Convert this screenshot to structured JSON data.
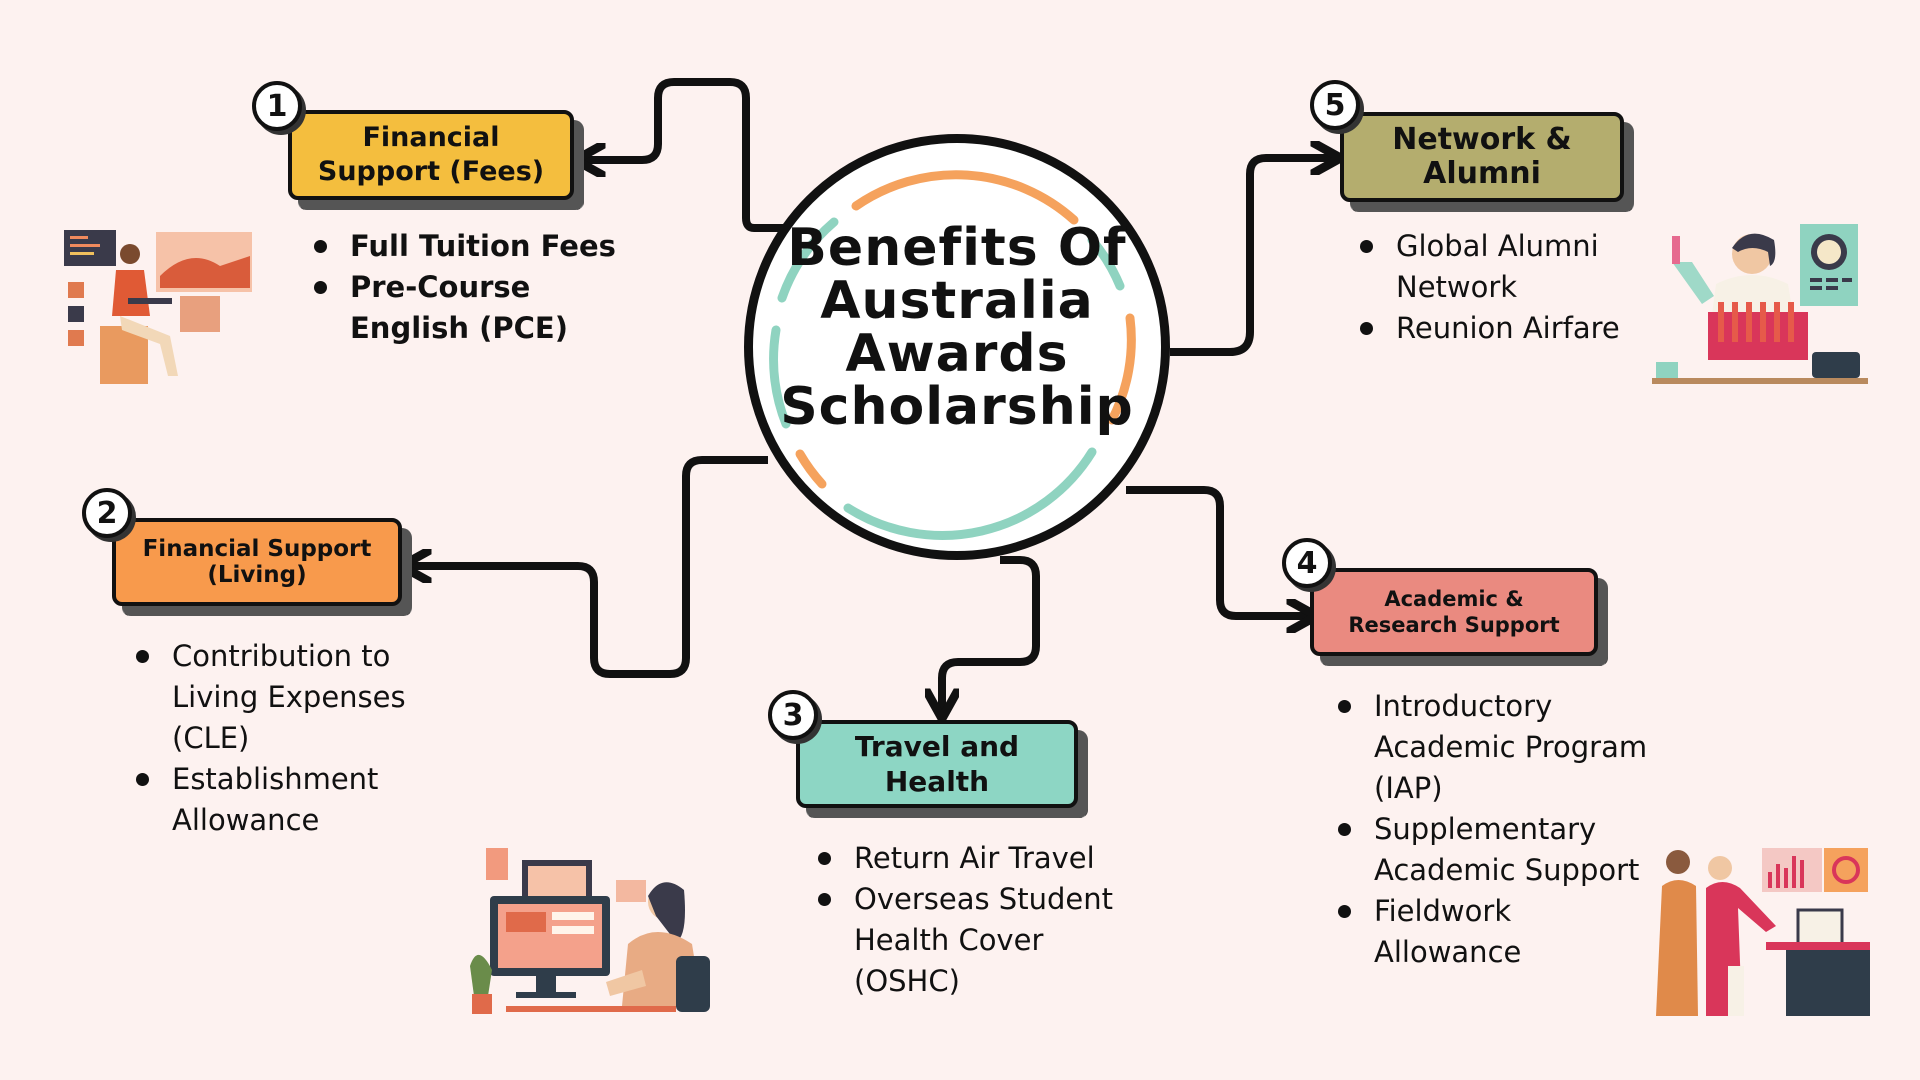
{
  "title": "Benefits Of\nAustralia\nAwards\nScholarship",
  "colors": {
    "background": "#fdf2f0",
    "fees": "#f4be3e",
    "living": "#f89a4c",
    "travel": "#8dd6c4",
    "academic": "#ea8a80",
    "network": "#b4ad6e",
    "ring_orange": "#f5a25d",
    "ring_teal": "#8fd3c0"
  },
  "benefits": [
    {
      "number": "1",
      "label": "Financial\nSupport (Fees)",
      "items": [
        "Full Tuition Fees",
        "Pre-Course\nEnglish (PCE)"
      ]
    },
    {
      "number": "2",
      "label": "Financial Support\n(Living)",
      "items": [
        "Contribution to\nLiving Expenses\n(CLE)",
        "Establishment\nAllowance"
      ]
    },
    {
      "number": "3",
      "label": "Travel and\nHealth",
      "items": [
        "Return Air Travel",
        "Overseas Student\nHealth Cover\n(OSHC)"
      ]
    },
    {
      "number": "4",
      "label": "Academic &\nResearch Support",
      "items": [
        "Introductory\nAcademic Program\n(IAP)",
        "Supplementary\nAcademic Support",
        "Fieldwork\nAllowance"
      ]
    },
    {
      "number": "5",
      "label": "Network &\nAlumni",
      "items": [
        "Global Alumni\nNetwork",
        "Reunion Airfare"
      ]
    }
  ],
  "illustrations": [
    "person-on-laptop-with-charts",
    "scientist-with-test-tubes",
    "woman-at-computer-desk",
    "two-people-presenting-charts"
  ]
}
